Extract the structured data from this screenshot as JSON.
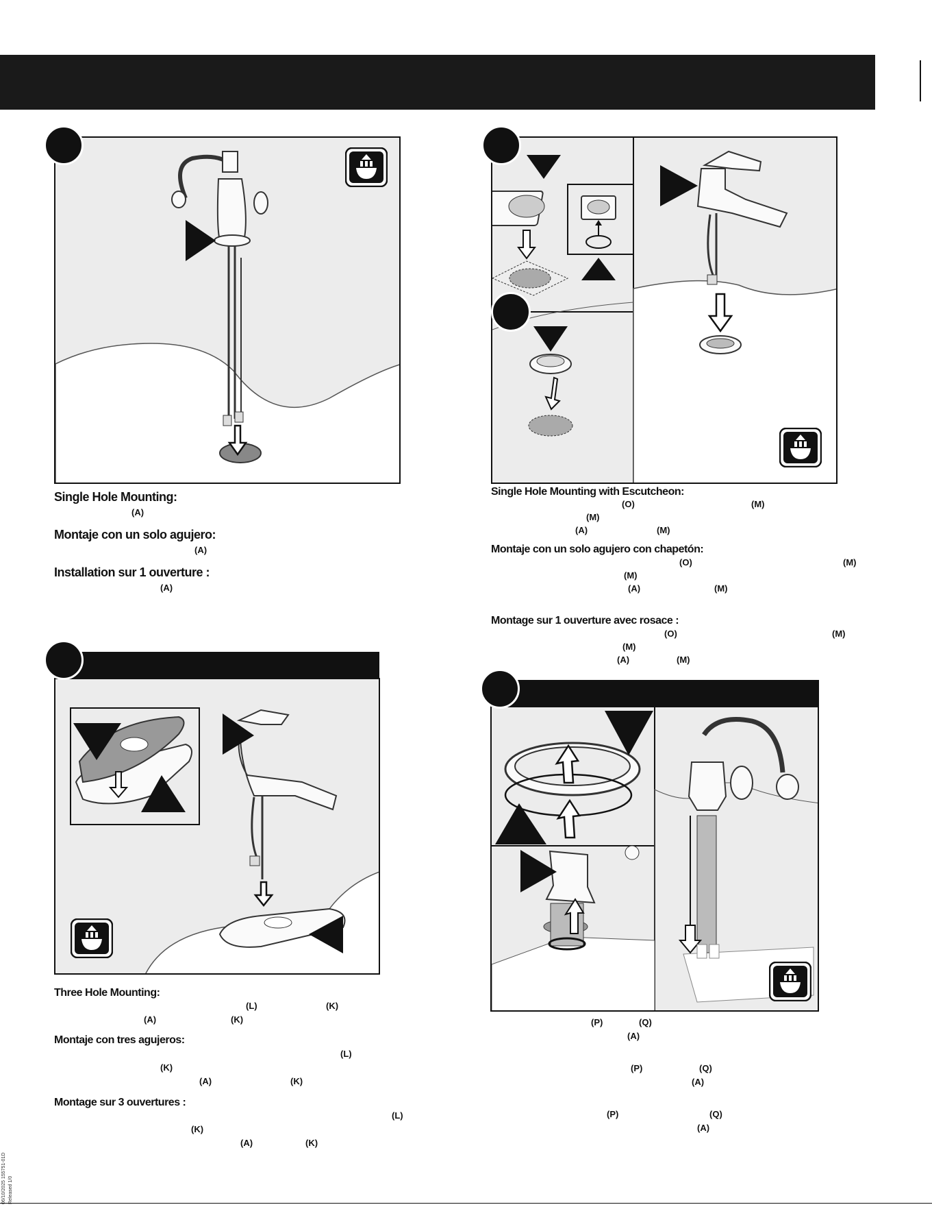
{
  "sections": {
    "step1": {
      "heading_en": "Single Hole Mounting:",
      "heading_es": "Montaje con un solo agujero:",
      "heading_fr": "Installation sur 1 ouverture :",
      "ref_en": "(A)",
      "ref_es": "(A)",
      "ref_fr": "(A)"
    },
    "step2": {
      "heading_en": "Single Hole Mounting with Escutcheon:",
      "heading_es": "Montaje con un solo agujero con chapetón:",
      "heading_fr": "Montage sur 1 ouverture avec rosace :",
      "en_refs": [
        "(O)",
        "(M)",
        "(M)",
        "(A)",
        "(M)"
      ],
      "es_refs": [
        "(O)",
        "(M)",
        "(M)",
        "(A)",
        "(M)"
      ],
      "fr_refs": [
        "(O)",
        "(M)",
        "(M)",
        "(A)",
        "(M)"
      ]
    },
    "step3": {
      "heading_en": "Three Hole Mounting:",
      "heading_es": "Montaje con tres agujeros:",
      "heading_fr": "Montage sur 3 ouvertures :",
      "en_refs": [
        "(L)",
        "(K)",
        "(A)",
        "(K)"
      ],
      "es_refs": [
        "(L)",
        "(K)",
        "(A)",
        "(K)"
      ],
      "fr_refs": [
        "(L)",
        "(K)",
        "(A)",
        "(K)"
      ]
    },
    "step4": {
      "en_refs": [
        "(P)",
        "(Q)",
        "(A)"
      ],
      "es_refs": [
        "(P)",
        "(Q)",
        "(A)"
      ],
      "fr_refs": [
        "(P)",
        "(Q)",
        "(A)"
      ]
    }
  },
  "footer": {
    "date_code": "06/10/2025  155751-01D",
    "released": "Released 1/0"
  },
  "icons": {
    "basin": "sink-basin-icon",
    "pointer": "pointer-triangle-icon",
    "arrow": "down-arrow-icon"
  }
}
